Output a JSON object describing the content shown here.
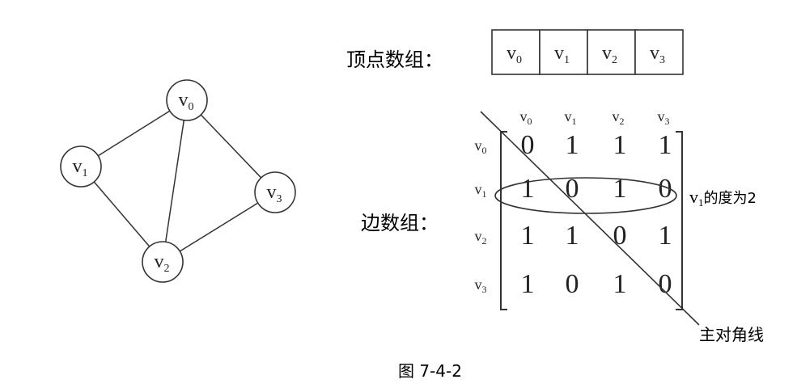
{
  "graph": {
    "vertices": [
      {
        "id": "v0",
        "base": "v",
        "sub": "0"
      },
      {
        "id": "v1",
        "base": "v",
        "sub": "1"
      },
      {
        "id": "v2",
        "base": "v",
        "sub": "2"
      },
      {
        "id": "v3",
        "base": "v",
        "sub": "3"
      }
    ],
    "edges": [
      [
        "v0",
        "v1"
      ],
      [
        "v0",
        "v2"
      ],
      [
        "v0",
        "v3"
      ],
      [
        "v1",
        "v2"
      ],
      [
        "v2",
        "v3"
      ]
    ]
  },
  "vertex_array": {
    "label": "顶点数组：",
    "cells": [
      {
        "base": "v",
        "sub": "0"
      },
      {
        "base": "v",
        "sub": "1"
      },
      {
        "base": "v",
        "sub": "2"
      },
      {
        "base": "v",
        "sub": "3"
      }
    ]
  },
  "edge_array": {
    "label": "边数组：",
    "col_headers": [
      {
        "base": "v",
        "sub": "0"
      },
      {
        "base": "v",
        "sub": "1"
      },
      {
        "base": "v",
        "sub": "2"
      },
      {
        "base": "v",
        "sub": "3"
      }
    ],
    "row_headers": [
      {
        "base": "v",
        "sub": "0"
      },
      {
        "base": "v",
        "sub": "1"
      },
      {
        "base": "v",
        "sub": "2"
      },
      {
        "base": "v",
        "sub": "3"
      }
    ],
    "matrix": [
      [
        "0",
        "1",
        "1",
        "1"
      ],
      [
        "1",
        "0",
        "1",
        "0"
      ],
      [
        "1",
        "1",
        "0",
        "1"
      ],
      [
        "1",
        "0",
        "1",
        "0"
      ]
    ]
  },
  "annotations": {
    "degree_note": {
      "base": "v",
      "sub": "1",
      "text": "的度为2"
    },
    "diagonal_note": "主对角线"
  },
  "caption": "图 7-4-2"
}
